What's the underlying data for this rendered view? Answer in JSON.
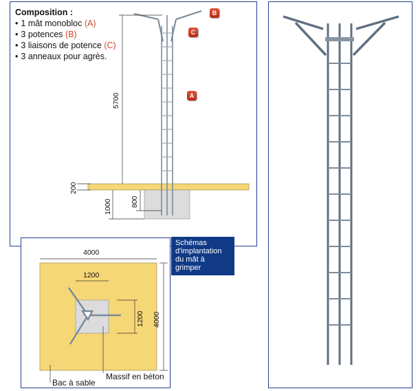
{
  "composition": {
    "title": "Composition :",
    "items": [
      {
        "text": "1 mât monobloc",
        "ref": "(A)"
      },
      {
        "text": "3 potences",
        "ref": "(B)"
      },
      {
        "text": "3 liaisons de potence",
        "ref": "(C)"
      },
      {
        "text": "3 anneaux pour agrès.",
        "ref": ""
      }
    ]
  },
  "badges": {
    "a": "A",
    "b": "B",
    "c": "C"
  },
  "dimensions": {
    "height_mast": "5700",
    "height_top_base": "200",
    "depth_foundation": "1000",
    "depth_block": "800",
    "width_sandbox": "4000",
    "height_sandbox": "4000",
    "block_width": "1200",
    "block_height": "1200"
  },
  "caption": "Schémas d'implantation du mât à grimper",
  "labels": {
    "sandbox": "Bac à sable",
    "concrete": "Massif en béton"
  },
  "colors": {
    "frame": "#1d3f8f",
    "sand": "#f6d776",
    "concrete": "#d8d8d8",
    "badge": "#d1452a",
    "caption_bg": "#103a86"
  }
}
